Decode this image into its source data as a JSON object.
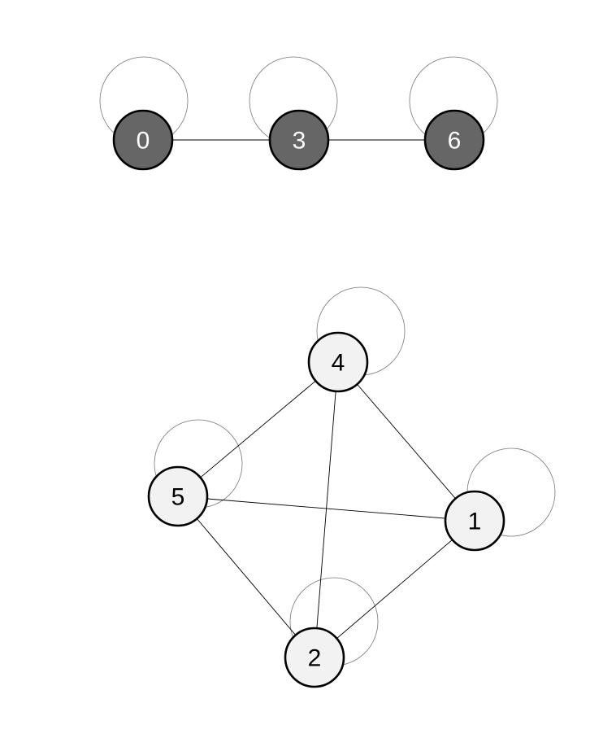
{
  "graph": {
    "nodes": [
      {
        "id": "0",
        "label": "0",
        "group": "dark"
      },
      {
        "id": "3",
        "label": "3",
        "group": "dark"
      },
      {
        "id": "6",
        "label": "6",
        "group": "dark"
      },
      {
        "id": "4",
        "label": "4",
        "group": "light"
      },
      {
        "id": "5",
        "label": "5",
        "group": "light"
      },
      {
        "id": "1",
        "label": "1",
        "group": "light"
      },
      {
        "id": "2",
        "label": "2",
        "group": "light"
      }
    ],
    "edges": [
      {
        "source": "0",
        "target": "3"
      },
      {
        "source": "3",
        "target": "6"
      },
      {
        "source": "4",
        "target": "5"
      },
      {
        "source": "4",
        "target": "1"
      },
      {
        "source": "4",
        "target": "2"
      },
      {
        "source": "5",
        "target": "1"
      },
      {
        "source": "5",
        "target": "2"
      },
      {
        "source": "1",
        "target": "2"
      }
    ],
    "self_loops": [
      "0",
      "3",
      "6",
      "4",
      "5",
      "1",
      "2"
    ]
  },
  "colors": {
    "dark_fill": "#666666",
    "dark_label": "#ffffff",
    "light_fill": "#f2f2f2",
    "light_label": "#000000",
    "node_stroke": "#000000",
    "edge": "#000000",
    "loop": "#777777"
  }
}
